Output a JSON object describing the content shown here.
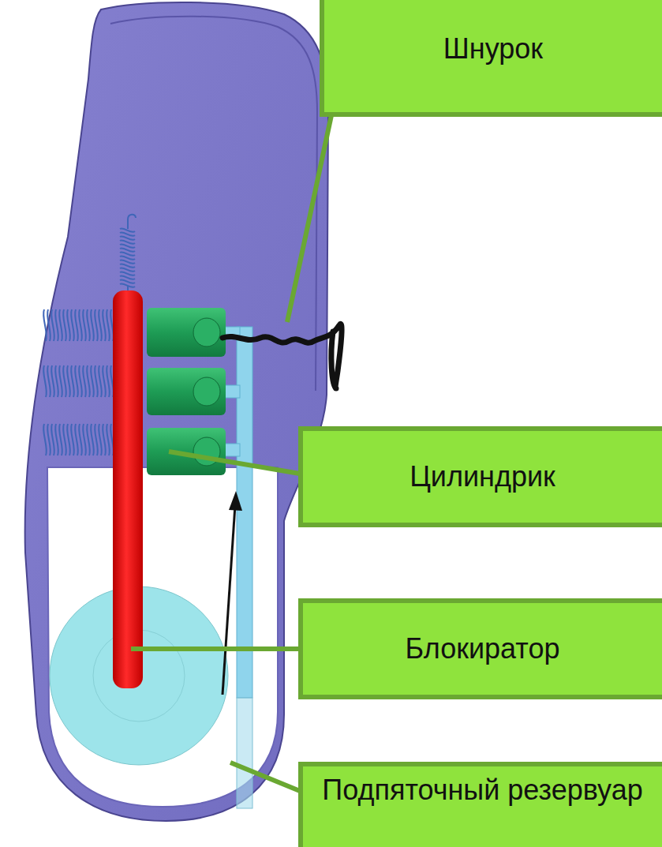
{
  "diagram": {
    "nodes": [
      {
        "text": [
          "Шнурок"
        ]
      },
      {
        "text": [
          "Цилиндрик"
        ]
      },
      {
        "text": [
          "Блокиратор"
        ]
      },
      {
        "text": [
          "Подпяточный резервуар"
        ]
      }
    ]
  }
}
